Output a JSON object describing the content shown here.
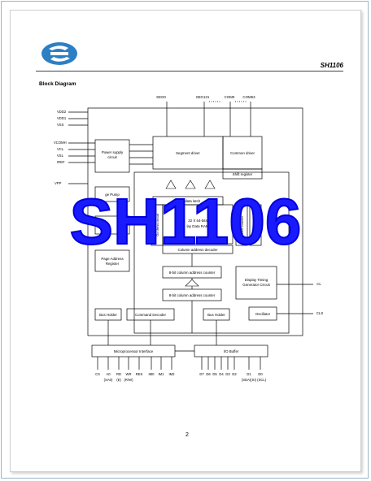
{
  "header": {
    "chip": "SH1106"
  },
  "section_title": "Block Diagram",
  "overlay_text": "SH1106",
  "page_number": "2",
  "top_pins": {
    "seg0": "SEG0",
    "seg131": "SEG131",
    "com0": "COM0",
    "com63": "COM63"
  },
  "left_pins": [
    "VDD2",
    "VDD1",
    "VSS",
    "VCOMH",
    "VCL",
    "VSL",
    "IREF",
    "VPP"
  ],
  "blocks": {
    "power_supply": [
      "Power supply",
      "circuit"
    ],
    "segment_driver": "Segment driver",
    "common_driver": "Common driver",
    "shift_register": "Shift register",
    "charge_pump": "ge Pump",
    "display_latch": "splay data latch",
    "ram": [
      "32 X 64-bits",
      "lay Data RAM"
    ],
    "column_decoder": "Column address decoder",
    "osc_select": [
      "Os",
      "sele"
    ],
    "page_address": [
      "Page Address",
      "Register"
    ],
    "counter1": "8-bit column address counter",
    "counter2": "8-bit column address counter",
    "timing": [
      "Display Timing",
      "Generator Circuit"
    ],
    "oscillator": "Oscillator",
    "bus_holder1": "Bus Holder",
    "command_decoder": "Command Decoder",
    "bus_holder2": "Bus Holder",
    "mpu_interface": "Microprocessor Interface",
    "io_buffer": "I/O Buffer",
    "line_counter": "Line counter",
    "display_start": "Display line register",
    "row_decoder": "Oo dress circuit"
  },
  "right_pins": {
    "cl": "CL",
    "cls": "CLS"
  },
  "bottom_pins_left": [
    "CS",
    "A0",
    "RD",
    "WR",
    "RES",
    "IM0",
    "IM1",
    "IM2"
  ],
  "bottom_pins_left_alt": [
    "(SA0)",
    "(E)",
    "(R/W)"
  ],
  "bottom_pins_right": [
    "D7",
    "D6",
    "D5",
    "D4",
    "D3",
    "D2",
    "D1",
    "D0"
  ],
  "bottom_pins_right_alt": "(SDA)(SI) (SCL)"
}
